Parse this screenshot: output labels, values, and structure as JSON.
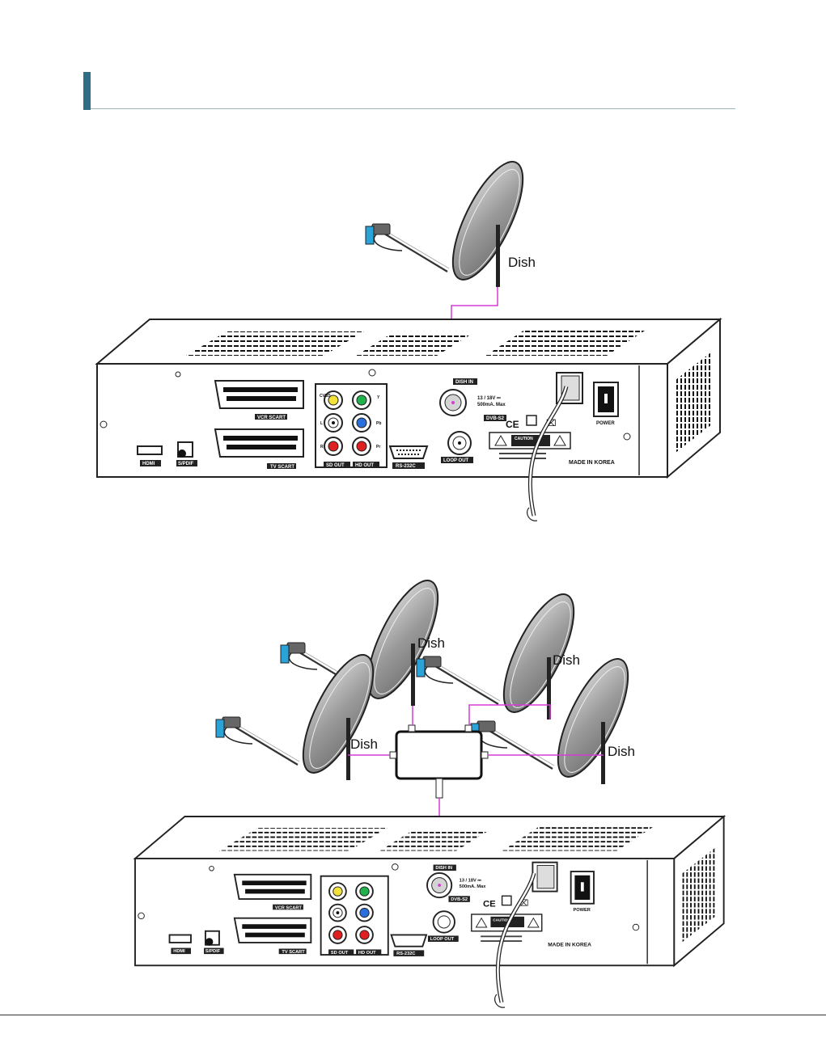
{
  "section": {
    "title": ""
  },
  "colors": {
    "accent": "#2e6e85",
    "cable": "#d63bd6",
    "lnb": "#2aa3d9"
  },
  "diagram_top": {
    "dish_label": "Dish",
    "receiver": {
      "labels": {
        "vcr_scart": "VCR SCART",
        "tv_scart": "TV SCART",
        "hdmi": "HDMI",
        "spdif": "S/PDIF",
        "sd_out": "SD OUT",
        "hd_out": "HD OUT",
        "rs232c": "RS-232C",
        "dish_in": "DISH IN",
        "loop_out": "LOOP OUT",
        "dvbs2": "DVB-S2",
        "lnb_power_1": "13 / 18V ⎓",
        "lnb_power_2": "500mA. Max",
        "ce": "CE",
        "power": "POWER",
        "caution": "CAUTION",
        "made_in": "MADE IN KOREA",
        "cvbs": "CVBS",
        "l": "L",
        "r": "R",
        "y": "Y",
        "pb": "Pb",
        "pr": "Pr"
      }
    }
  },
  "diagram_bottom": {
    "dish_labels": [
      "Dish",
      "Dish",
      "Dish",
      "Dish"
    ]
  }
}
